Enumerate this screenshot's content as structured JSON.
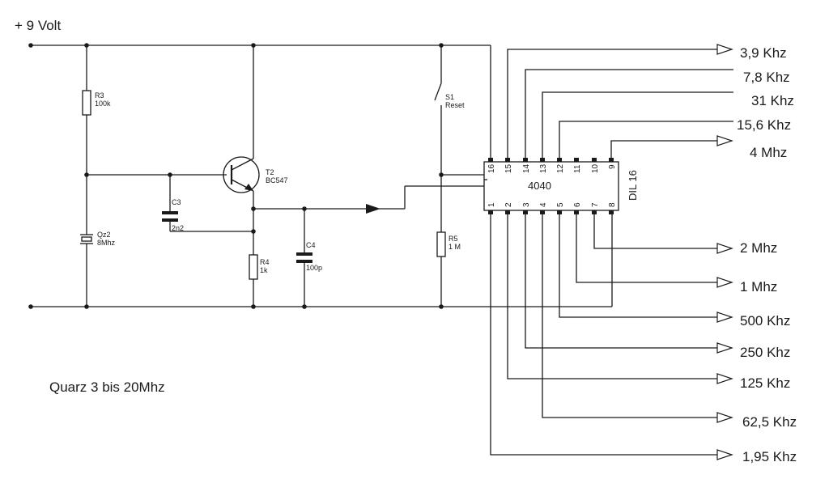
{
  "supply_label": "+ 9 Volt",
  "note": "Quarz 3 bis 20Mhz",
  "components": {
    "R3": {
      "ref": "R3",
      "value": "100k"
    },
    "Qz2": {
      "ref": "Qz2",
      "value": "8Mhz"
    },
    "C3": {
      "ref": "C3",
      "value": "2n2"
    },
    "T2": {
      "ref": "T2",
      "value": "BC547"
    },
    "R4": {
      "ref": "R4",
      "value": "1k"
    },
    "C4": {
      "ref": "C4",
      "value": "100p"
    },
    "S1": {
      "ref": "S1",
      "value": "Reset"
    },
    "R5": {
      "ref": "R5",
      "value": "1 M"
    }
  },
  "chip": {
    "name": "4040",
    "package": "DIL 16",
    "top_pins": [
      "16",
      "15",
      "14",
      "13",
      "12",
      "11",
      "10",
      "9"
    ],
    "bottom_pins": [
      "1",
      "2",
      "3",
      "4",
      "5",
      "6",
      "7",
      "8"
    ]
  },
  "outputs": [
    "3,9 Khz",
    "7,8 Khz",
    "31 Khz",
    "15,6 Khz",
    "4 Mhz",
    "2 Mhz",
    "1 Mhz",
    "500 Khz",
    "250 Khz",
    "125 Khz",
    "62,5 Khz",
    "1,95 Khz"
  ]
}
